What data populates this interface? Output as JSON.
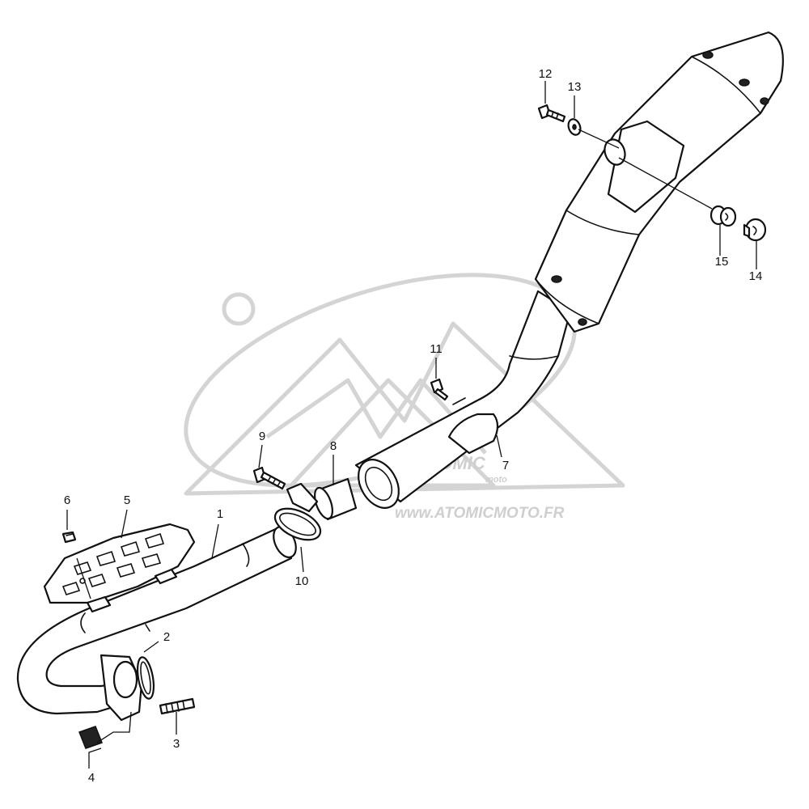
{
  "watermark": {
    "brand": "ATOMIC",
    "sub": "moto",
    "url": "www.ATOMICMOTO.FR",
    "color": "#cfcfcf"
  },
  "callouts": [
    {
      "id": "1",
      "label": "1"
    },
    {
      "id": "2",
      "label": "2"
    },
    {
      "id": "3",
      "label": "3"
    },
    {
      "id": "4",
      "label": "4"
    },
    {
      "id": "5",
      "label": "5"
    },
    {
      "id": "6",
      "label": "6"
    },
    {
      "id": "7",
      "label": "7"
    },
    {
      "id": "8",
      "label": "8"
    },
    {
      "id": "9",
      "label": "9"
    },
    {
      "id": "10",
      "label": "10"
    },
    {
      "id": "11",
      "label": "11"
    },
    {
      "id": "12",
      "label": "12"
    },
    {
      "id": "13",
      "label": "13"
    },
    {
      "id": "14",
      "label": "14"
    },
    {
      "id": "15",
      "label": "15"
    }
  ]
}
